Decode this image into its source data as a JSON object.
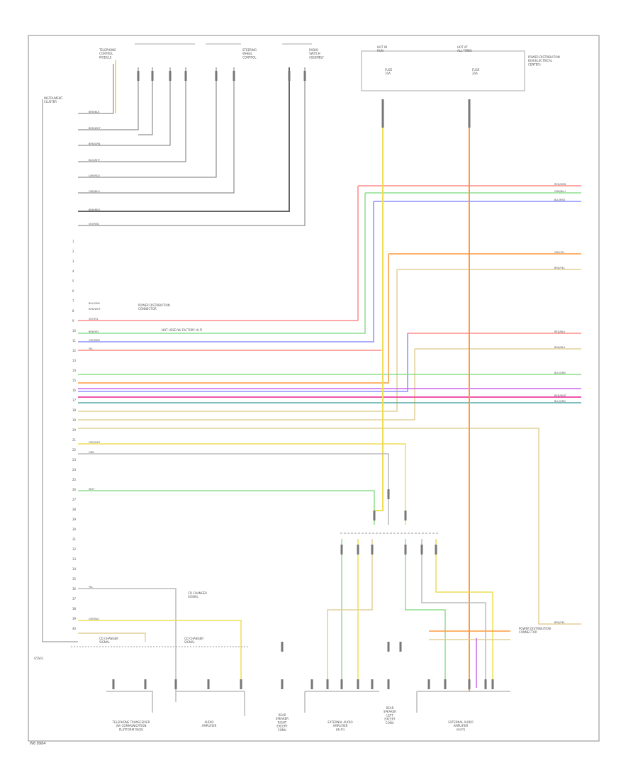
{
  "diagram": {
    "footer_code": "W6 8984",
    "corner_label": "G5S01",
    "top_labels": {
      "hot_in_run": "HOT IN\nRUN",
      "hot_at_all_times": "HOT AT\nALL TIMES",
      "fuse_a": "FUSE\n10A",
      "fuse_b": "FUSE\n20A",
      "power_distribution": "POWER DISTRIBUTION\nBOX(ELECTRICAL\nCENTER)",
      "telephone": "TELEPHONE\nCONTROL\nMODULE",
      "steering_wheel": "STEERING\nWHEEL\nCONTROL",
      "radio_switch": "RADIO\nSWITCH\nASSEMBLY",
      "instrument_cluster": "INSTRUMENT\nCLUSTER"
    },
    "component_labels": [
      "TELEPHONE TRANSCEIVER\n(W/ COMMUNICATION\nPLATFORM PACK)",
      "AUDIO\nAMPLIFIER",
      "REAR\nSPEAKER\nRIGHT\nEXCEPT\nCONV.",
      "EXTERNAL AUDIO\nAMPLIFIER\n(HI-FI)",
      "REAR\nSPEAKER\nLEFT\nEXCEPT\nCONV.",
      "EXTERNAL AUDIO\nAMPLIFIER\n(HI-FI)"
    ],
    "notes": {
      "power_distribution_right": "POWER DISTRIBUTION\nCONNECTOR",
      "power_distribution_left": "POWER DISTRIBUTION\nCONNECTOR",
      "not_used": "NOT USED W/ FACTORY HI-FI",
      "cd_changer_top": "CD CHANGER\nSIGNAL",
      "cd_changer_mid": "CD CHANGER\nSIGNAL",
      "cd_changer_left": "CD CHANGER\nSIGNAL"
    },
    "wire_tags_left": [
      "BRN/BLK",
      "BRN/WHT",
      "BRN/GRN",
      "BLK/WHT",
      "GRY/RED",
      "GRN/BLU",
      "BRN/RED",
      "VIO/RED",
      "BLK/GRN",
      "RED/WHT",
      "VIO/YEL",
      "BRN/YEL",
      "GRY/BRN",
      "YEL",
      "GRY/WHT",
      "GRN",
      "WHT",
      "YEL",
      "GRY/BLU"
    ],
    "wire_tags_right": [
      "RED/GRN",
      "GRN/BLU",
      "BLU/RED",
      "GRY/YEL",
      "BRN/YEL",
      "RED/BLU",
      "BRN/BLU",
      "BLU/GRN",
      "RED/WHT",
      "BLU/GRN",
      "BRN/YEL"
    ],
    "pin_numbers": [
      "1",
      "2",
      "3",
      "4",
      "5",
      "6",
      "7",
      "8",
      "9",
      "10",
      "11",
      "12",
      "13",
      "14",
      "15",
      "16",
      "17",
      "18",
      "19",
      "20",
      "21",
      "22",
      "23",
      "24",
      "25",
      "26",
      "27",
      "28",
      "29",
      "30",
      "31",
      "32",
      "33",
      "34",
      "35",
      "36",
      "37",
      "38",
      "39",
      "40"
    ],
    "colors": {
      "red": "#ff8a8a",
      "green": "#8ddd8d",
      "blue": "#8f8fff",
      "orange": "#ff9a3c",
      "yellow": "#eedd55",
      "tan": "#e2cf98",
      "violet": "#cc66ee",
      "magenta": "#ee55aa",
      "teal": "#55aaaa",
      "gray": "#777777",
      "lightgray": "#bbbbbb"
    }
  }
}
